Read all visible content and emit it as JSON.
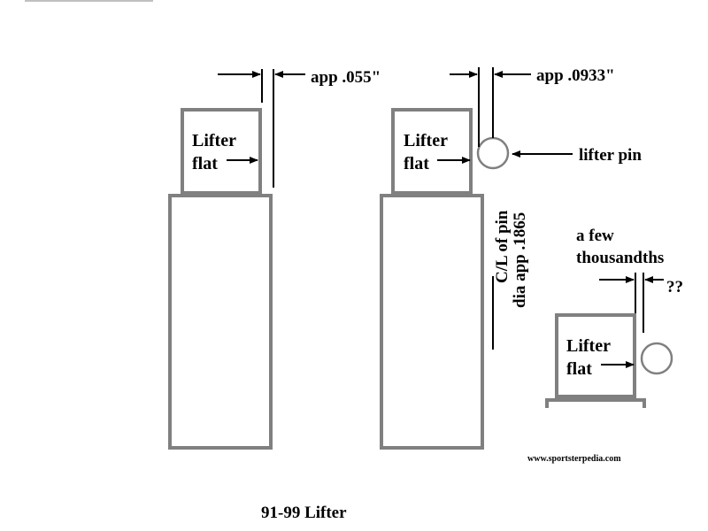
{
  "diagram": {
    "colors": {
      "outline": "#808080",
      "ink": "#000000",
      "background": "#ffffff",
      "header_bar": "#c0c0c0"
    },
    "left": {
      "block_label_line1": "Lifter",
      "block_label_line2": "flat",
      "gap_label": "app  .055\""
    },
    "middle": {
      "block_label_line1": "Lifter",
      "block_label_line2": "flat",
      "gap_label": "app .0933\"",
      "pin_label": "lifter pin",
      "vertical_label_line1": "C/L of pin",
      "vertical_label_line2": "dia  app .1865"
    },
    "right": {
      "block_label_line1": "Lifter",
      "block_label_line2": "flat",
      "note_line1": "a few",
      "note_line2": "thousandths",
      "question": "??"
    },
    "watermark": "www.sportsterpedia.com",
    "caption": "91-99 Lifter"
  }
}
